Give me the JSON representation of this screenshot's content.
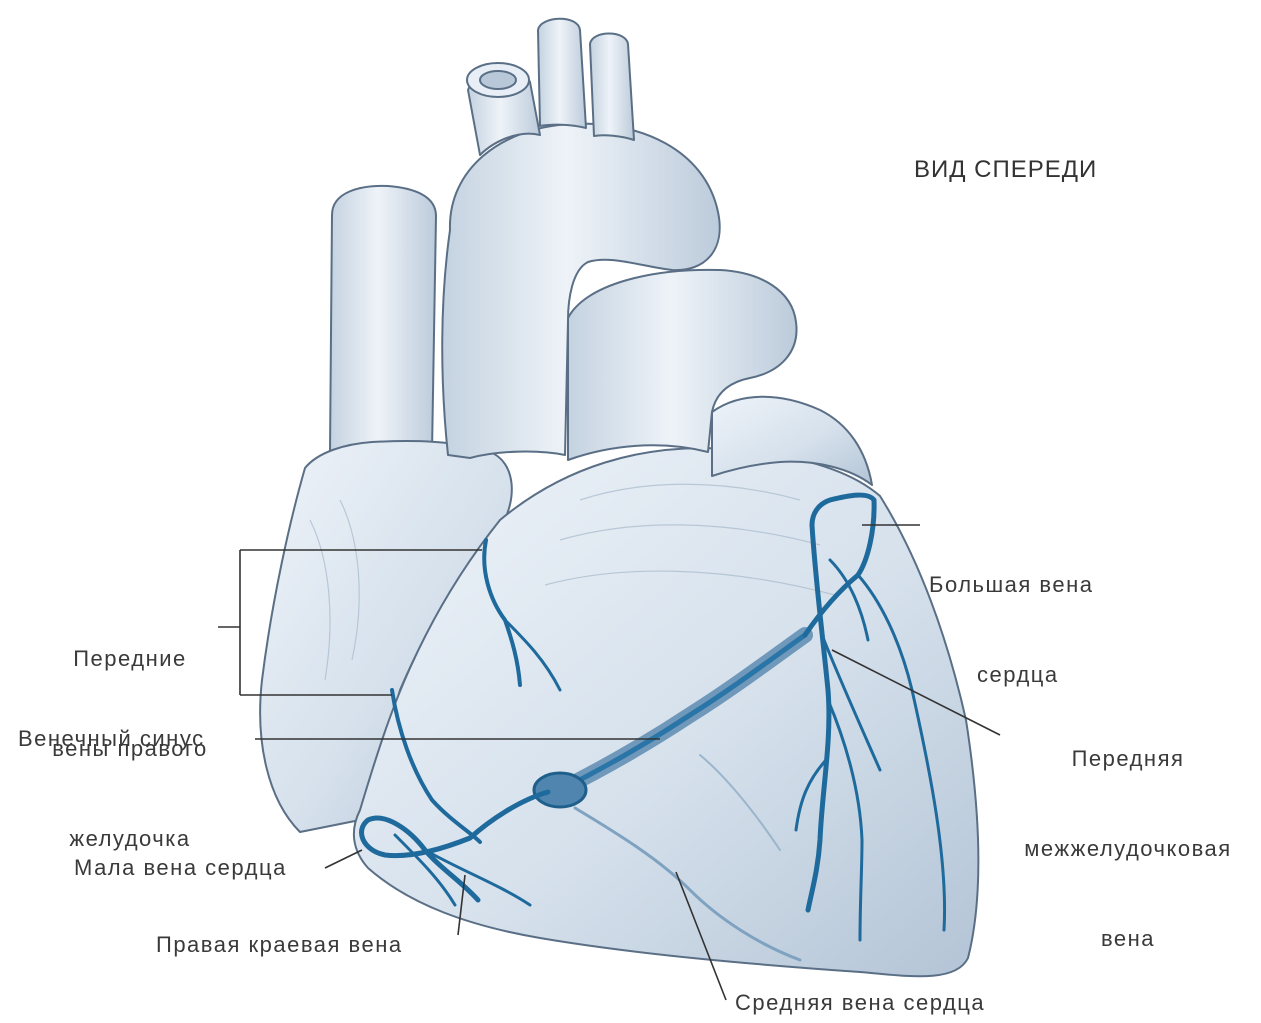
{
  "view_title": "ВИД СПЕРЕДИ",
  "labels": {
    "great_cardiac_vein": [
      "Большая вена",
      "сердца"
    ],
    "anterior_right_ventricular_veins": [
      "Передние",
      "вены правого",
      "желудочка"
    ],
    "coronary_sinus": "Венечный синус",
    "anterior_interventricular_vein": [
      "Передняя",
      "межжелудочковая",
      "вена"
    ],
    "small_cardiac_vein": "Мала вена сердца",
    "right_marginal_vein": "Правая краевая вена",
    "middle_cardiac_vein": "Средняя вена сердца"
  },
  "colors": {
    "heart_fill": "#d4e0ec",
    "heart_outline": "#5a6f86",
    "vein": "#1f6a9c",
    "leader_line": "#333333",
    "label_text": "#3a3a3a"
  }
}
